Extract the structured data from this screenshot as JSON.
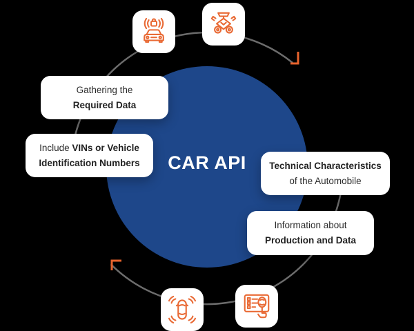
{
  "diagram": {
    "title": "CAR API",
    "cards": {
      "gathering": {
        "line1": "Gathering the",
        "line2_bold": "Required Data"
      },
      "vins": {
        "line1_regular": "Include",
        "line1_bold": "VINs or Vehicle",
        "line2_bold": "Identification Numbers"
      },
      "technical": {
        "line1_bold": "Technical Characteristics",
        "line2": "of the Automobile"
      },
      "production": {
        "line1": "Information about",
        "line2_bold": "Production and Data"
      }
    },
    "icons": {
      "car_security": "car-security-icon",
      "engine": "engine-icon",
      "inspection": "vehicle-inspection-icon",
      "sensors": "car-sensors-icon"
    },
    "colors": {
      "center_circle_blue": "#1e478a",
      "accent_orange": "#e8632d",
      "connector_gray": "#6d6d6d",
      "card_background": "#ffffff",
      "card_text": "#2b2b2b",
      "background": "#000000"
    }
  }
}
